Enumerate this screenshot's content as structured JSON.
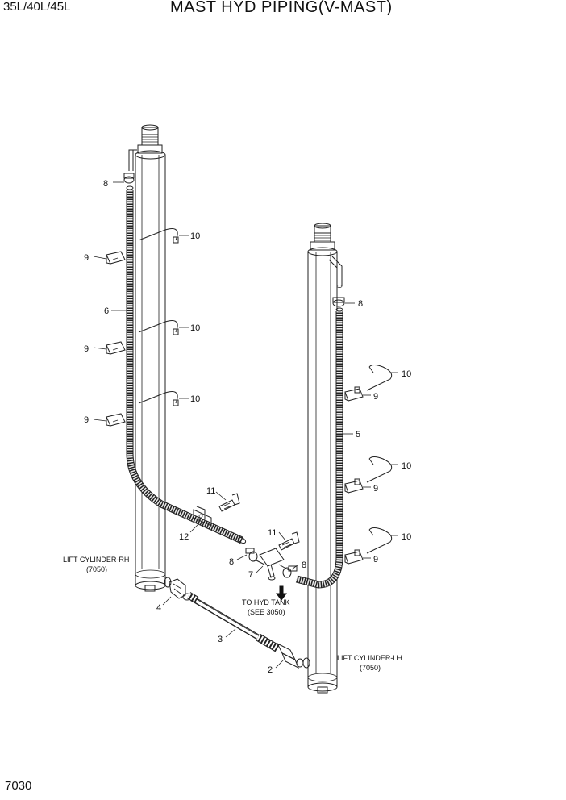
{
  "header": {
    "models": "35L/40L/45L",
    "title": "MAST HYD PIPING(V-MAST)"
  },
  "footer": {
    "page_code": "7030"
  },
  "labels": {
    "cyl_rh": "LIFT CYLINDER-RH",
    "cyl_rh_ref": "(7050)",
    "cyl_lh": "LIFT CYLINDER-LH",
    "cyl_lh_ref": "(7050)",
    "tank": "TO HYD TANK",
    "tank_ref": "(SEE 3050)"
  },
  "callouts": {
    "p2": "2",
    "p3": "3",
    "p4": "4",
    "p5": "5",
    "p6": "6",
    "p7": "7",
    "p8": "8",
    "p9": "9",
    "p10": "10",
    "p11": "11",
    "p12": "12"
  },
  "colors": {
    "line": "#222222",
    "hose_fill": "#e8e8e8"
  }
}
